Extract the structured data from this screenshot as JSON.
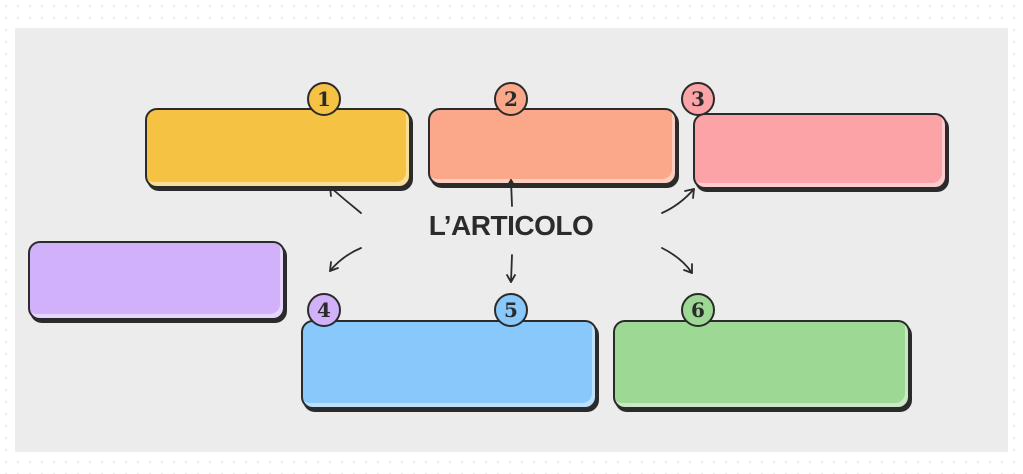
{
  "title": "L’ARTICOLO",
  "boxes": [
    {
      "badge": "1",
      "color": "#F6C244"
    },
    {
      "badge": "2",
      "color": "#FBA78A"
    },
    {
      "badge": "3",
      "color": "#FCA3A7"
    },
    {
      "badge": "4",
      "color": "#D1B2FA"
    },
    {
      "badge": "5",
      "color": "#88C8FB"
    },
    {
      "badge": "6",
      "color": "#9DD895"
    }
  ]
}
